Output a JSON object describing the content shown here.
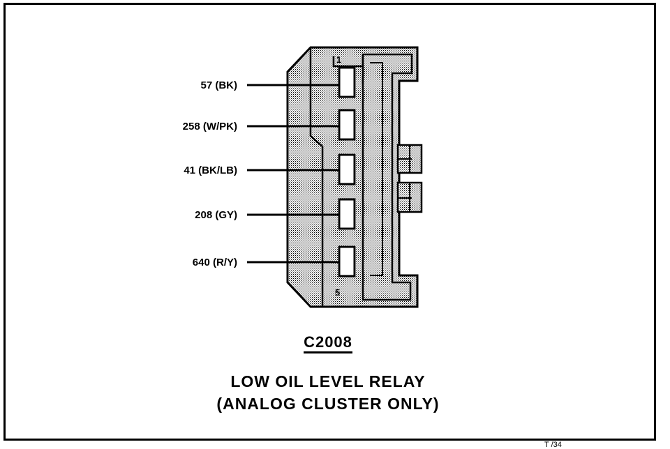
{
  "connector": {
    "id": "C2008",
    "title_line1": "LOW OIL LEVEL RELAY",
    "title_line2": "(ANALOG CLUSTER ONLY)",
    "pin_first": "1",
    "pin_last": "5",
    "fig_code": "T  /34"
  },
  "wires": [
    {
      "label": "57 (BK)"
    },
    {
      "label": "258 (W/PK)"
    },
    {
      "label": "41 (BK/LB)"
    },
    {
      "label": "208 (GY)"
    },
    {
      "label": "640 (R/Y)"
    }
  ],
  "colors": {
    "line": "#000000",
    "fill": "#c8c8c8",
    "background": "#ffffff"
  }
}
